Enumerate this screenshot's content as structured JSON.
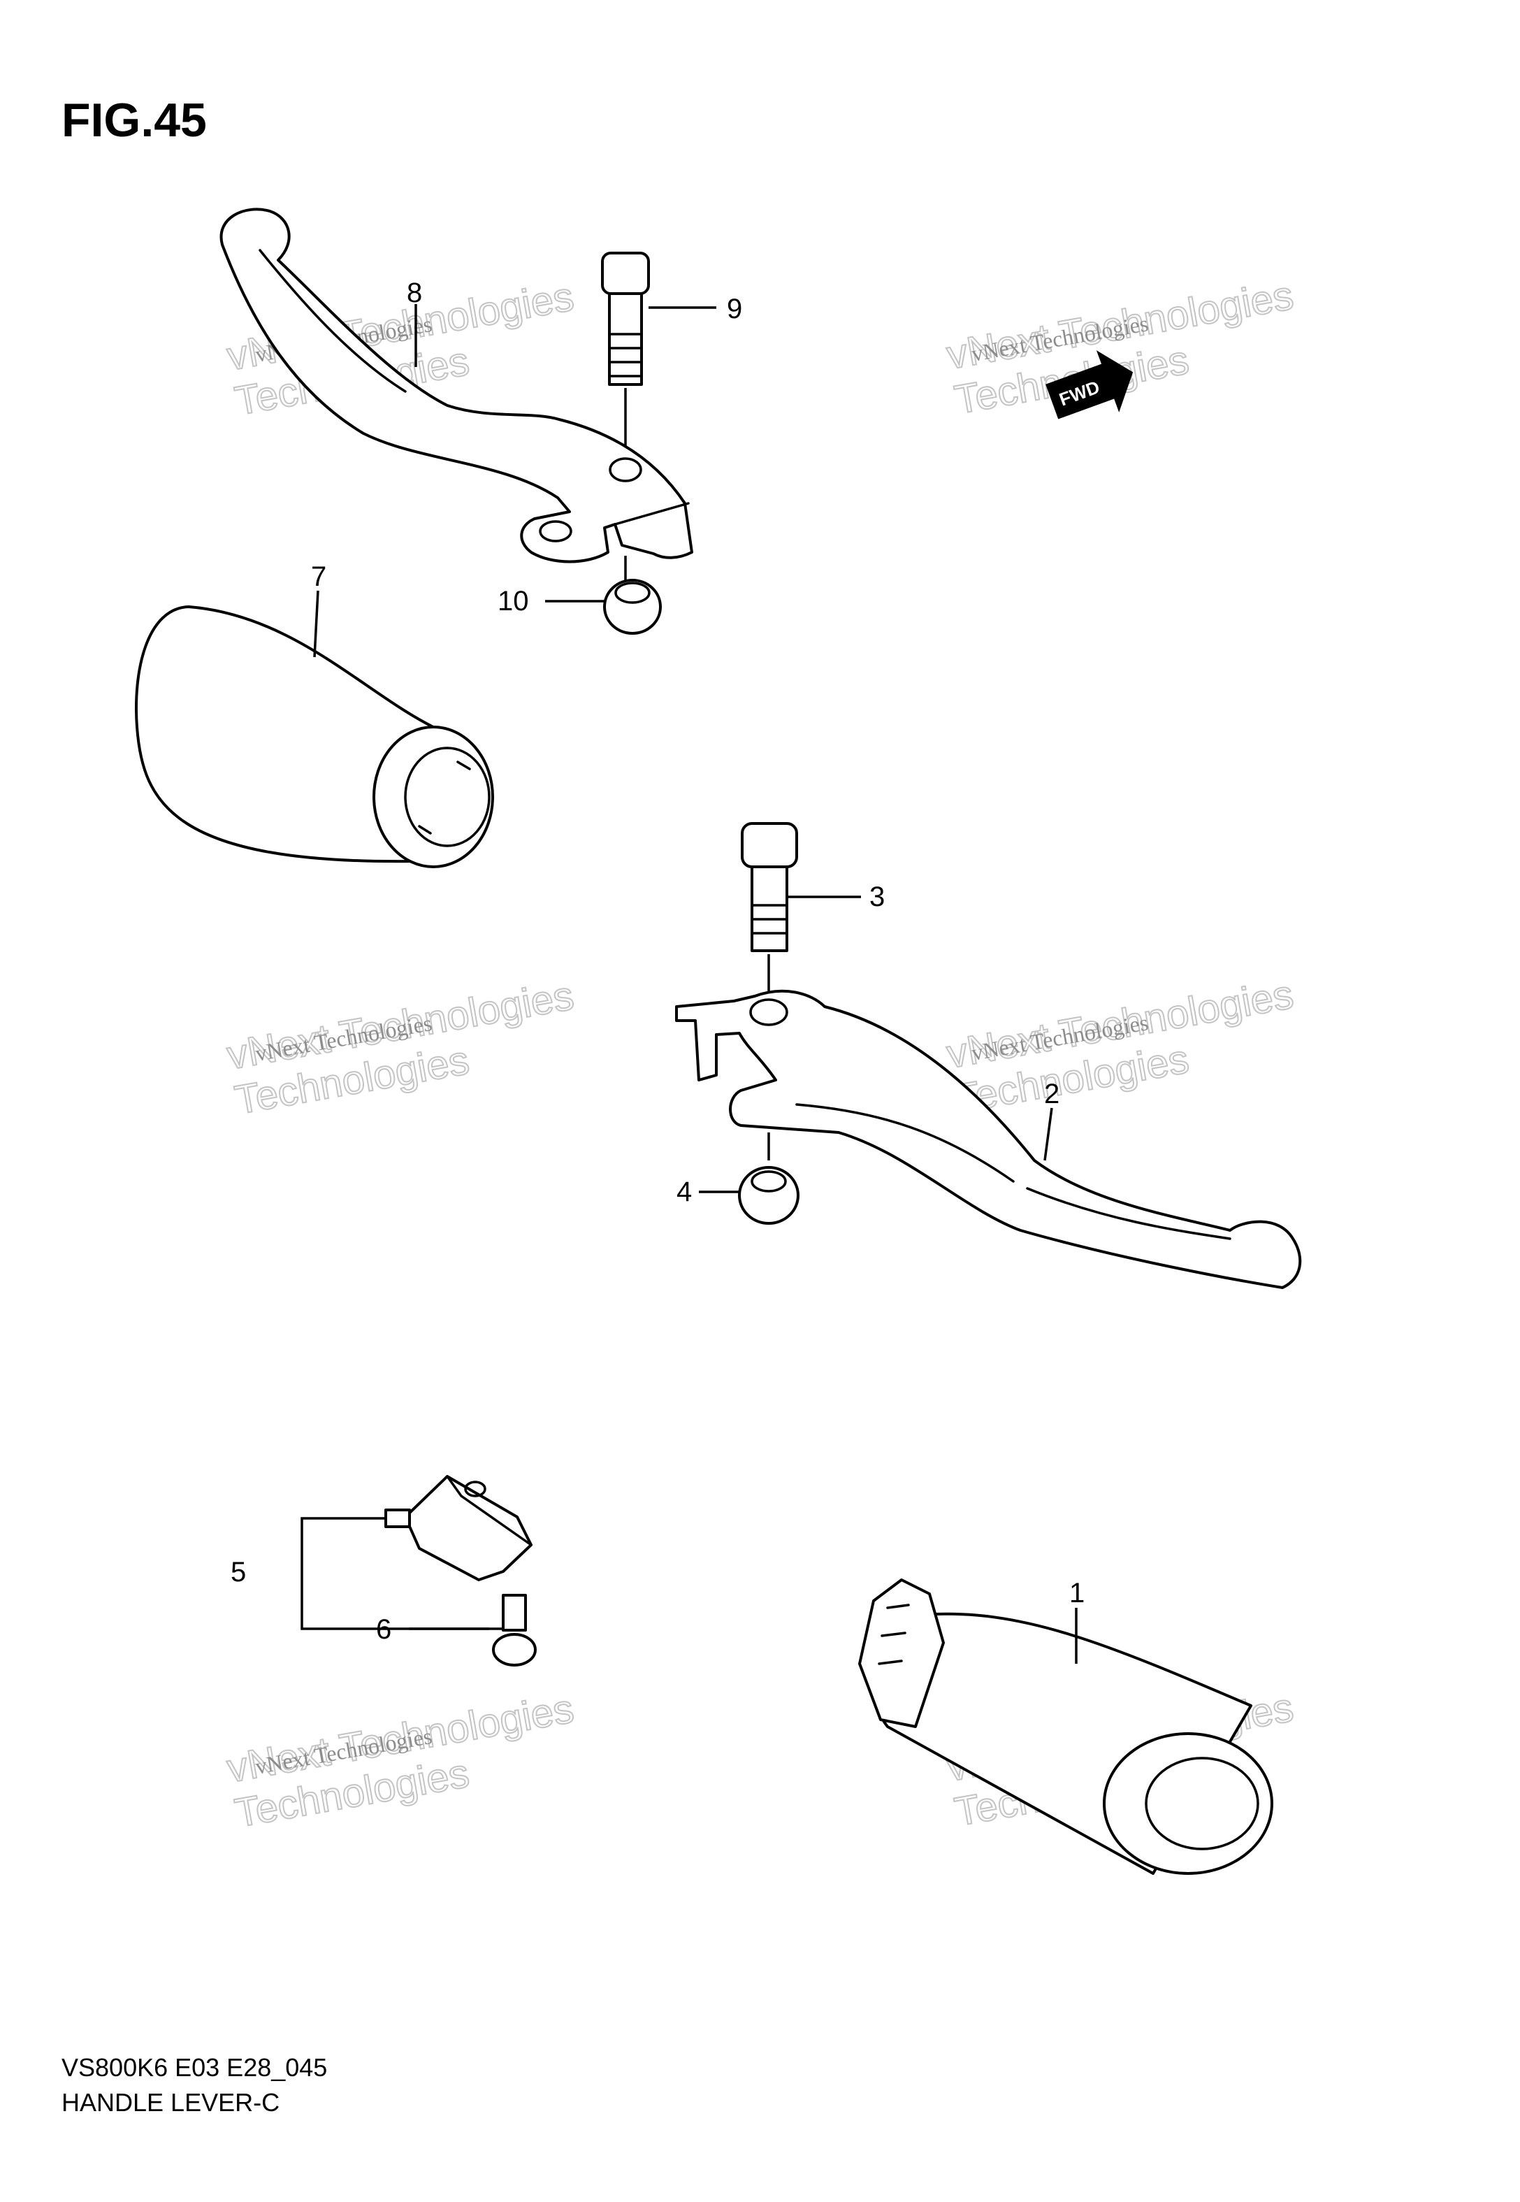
{
  "figure": {
    "title": "FIG.45",
    "model_code": "VS800K6 E03 E28_045",
    "name": "HANDLE LEVER-C"
  },
  "watermark": {
    "line1": "vNext Technologies",
    "line2": "vNext Technologies",
    "line3": "Technologies"
  },
  "direction_badge": "FWD",
  "callouts": [
    "1",
    "2",
    "3",
    "4",
    "5",
    "6",
    "7",
    "8",
    "9",
    "10"
  ]
}
